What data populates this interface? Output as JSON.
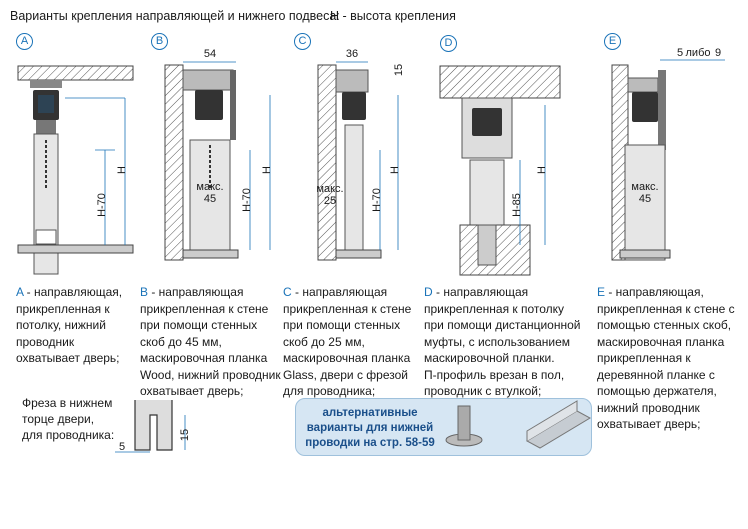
{
  "header": {
    "title": "Варианты крепления направляющей и нижнего подвеса:",
    "height_note": "H - высота крепления"
  },
  "variants": [
    {
      "letter": "A",
      "code": "A",
      "desc": " - направляющая, прикрепленная к потолку, нижний проводник охватывает дверь;",
      "dims": {
        "h70": "H-70",
        "h": "H"
      }
    },
    {
      "letter": "B",
      "code": "B",
      "desc": " - направляющая прикрепленная к стене при помощи стенных скоб до 45 мм, маскировочная планка Wood, нижний проводник охватывает дверь;",
      "dims": {
        "top": "54",
        "h70": "H-70",
        "h": "H",
        "max": "макс.",
        "max_val": "45"
      }
    },
    {
      "letter": "C",
      "code": "C",
      "desc": " - направляющая прикрепленная к стене при помощи стенных скоб до 25 мм, маскировочная планка Glass, двери с фрезой для проводника;",
      "dims": {
        "top": "36",
        "side": "15",
        "h70": "H-70",
        "h": "H",
        "max": "макс.",
        "max_val": "25"
      }
    },
    {
      "letter": "D",
      "code": "D",
      "desc": " - направляющая прикрепленная к потолку при помощи дистанционной муфты, с использованием маскировочной планки.",
      "desc2": "П-профиль врезан в пол, проводник с втулкой;",
      "dims": {
        "h85": "H-85",
        "h": "H"
      }
    },
    {
      "letter": "E",
      "code": "E",
      "desc": " - направляющая, прикрепленная к стене с помощью стенных скоб, маскировочная планка прикрепленная к деревянной планке с помощью держателя, нижний проводник охватывает дверь;",
      "dims": {
        "top": "5",
        "top_or": "либо",
        "top2": "9",
        "max": "макс.",
        "max_val": "45"
      }
    }
  ],
  "groove": {
    "label": "Фреза в нижнем торце двери, для проводника:",
    "dim_h": "15",
    "dim_w": "5"
  },
  "alternative": {
    "text": "альтернативные варианты для нижней проводки на стр. 58-59"
  },
  "colors": {
    "accent": "#1a73b8",
    "line": "#333333",
    "fill": "#e6e6e6"
  }
}
